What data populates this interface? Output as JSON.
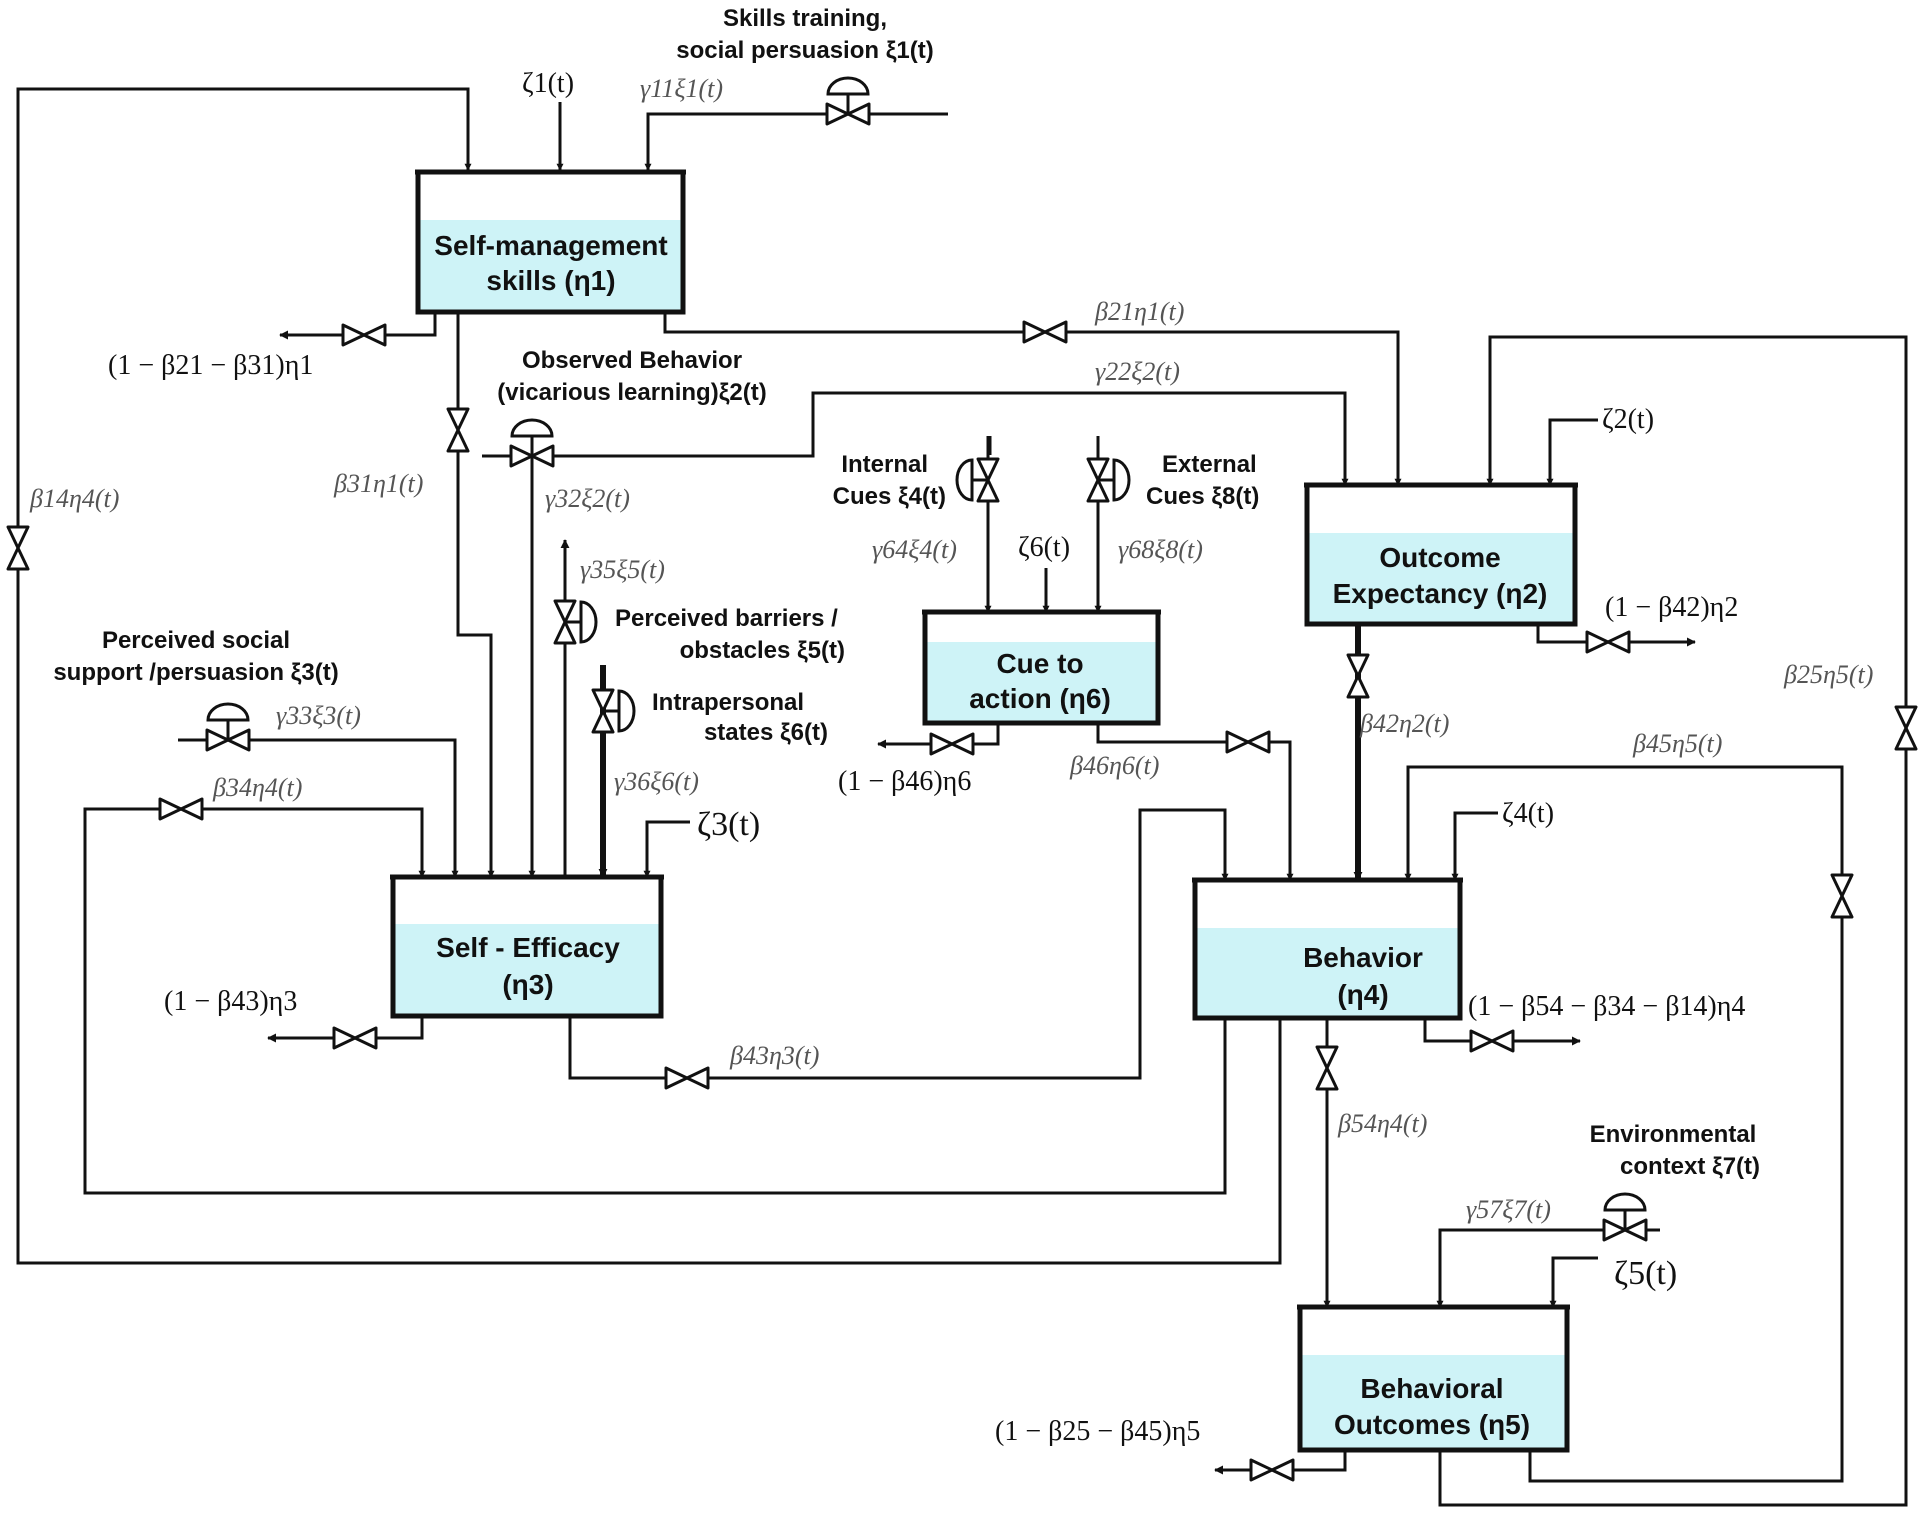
{
  "tanks": {
    "self_management": {
      "line1": "Self-management",
      "line2": "skills (η1)"
    },
    "self_efficacy": {
      "line1": "Self - Efficacy",
      "line2": "(η3)"
    },
    "cue_to_action": {
      "line1": "Cue to",
      "line2": "action (η6)"
    },
    "outcome_expectancy": {
      "line1": "Outcome",
      "line2": "Expectancy (η2)"
    },
    "behavior": {
      "line1": "Behavior",
      "line2": "(η4)"
    },
    "behavioral_outcomes": {
      "line1": "Behavioral",
      "line2": "Outcomes (η5)"
    }
  },
  "inputs": {
    "skills_training": {
      "line1": "Skills training,",
      "line2": "social persuasion ξ1(t)"
    },
    "observed_behavior": {
      "line1": "Observed Behavior",
      "line2": "(vicarious learning)ξ2(t)"
    },
    "perceived_social_support": {
      "line1": "Perceived social",
      "line2": "support /persuasion ξ3(t)"
    },
    "perceived_barriers": {
      "line1": "Perceived barriers /",
      "line2": "obstacles ξ5(t)"
    },
    "intrapersonal_states": {
      "line1": "Intrapersonal",
      "line2": "states ξ6(t)"
    },
    "internal_cues": {
      "line1": "Internal",
      "line2": "Cues ξ4(t)"
    },
    "external_cues": {
      "line1": "External",
      "line2": "Cues ξ8(t)"
    },
    "environmental_context": {
      "line1": "Environmental",
      "line2": "context ξ7(t)"
    }
  },
  "flows": {
    "zeta1": "ζ1(t)",
    "gamma11": "γ11ξ1(t)",
    "out_eta1": "(1 − β21 − β31)η1",
    "beta21": "β21η1(t)",
    "gamma22": "γ22ξ2(t)",
    "zeta2": "ζ2(t)",
    "beta31": "β31η1(t)",
    "gamma32": "γ32ξ2(t)",
    "beta14": "β14η4(t)",
    "gamma35": "γ35ξ5(t)",
    "gamma64": "γ64ξ4(t)",
    "zeta6": "ζ6(t)",
    "gamma68": "γ68ξ8(t)",
    "out_eta2": "(1 − β42)η2",
    "beta25": "β25η5(t)",
    "gamma33": "γ33ξ3(t)",
    "beta42": "β42η2(t)",
    "beta34": "β34η4(t)",
    "gamma36": "γ36ξ6(t)",
    "out_eta6": "(1 − β46)η6",
    "beta46": "β46η6(t)",
    "beta45": "β45η5(t)",
    "zeta3": "ζ3(t)",
    "zeta4": "ζ4(t)",
    "out_eta3": "(1 − β43)η3",
    "beta43": "β43η3(t)",
    "out_eta4": "(1 − β54 − β34 − β14)η4",
    "beta54": "β54η4(t)",
    "gamma57": "γ57ξ7(t)",
    "zeta5": "ζ5(t)",
    "out_eta5": "(1 − β25 − β45)η5"
  },
  "colors": {
    "tank_fill": "#cef3f7",
    "line": "#111111",
    "label_gray": "#555555"
  }
}
